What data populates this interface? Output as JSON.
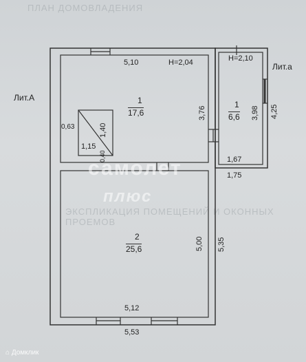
{
  "plan": {
    "main_building_label": "Лит.А",
    "annex_label": "Лит.а",
    "rooms": [
      {
        "number": "1",
        "area": "17,6",
        "height": "H=2,04"
      },
      {
        "number": "1",
        "area": "6,6",
        "height": "H=2,10"
      },
      {
        "number": "2",
        "area": "25,6"
      }
    ],
    "dimensions": {
      "top_room1_width": "5,10",
      "room1_right_height": "3,76",
      "annex_inner_height": "3,98",
      "annex_outer_height": "4,25",
      "annex_inner_width": "1,67",
      "annex_outer_width": "1,75",
      "stove_width": "1,15",
      "stove_height": "1,40",
      "stove_side": "0,63",
      "stove_small": "0,40",
      "room2_height": "5,00",
      "outer_height": "5,35",
      "room2_width": "5,12",
      "outer_width": "5,53"
    }
  },
  "watermark": {
    "line1": "самолет",
    "line2": "плюс"
  },
  "credit": "Домклик"
}
